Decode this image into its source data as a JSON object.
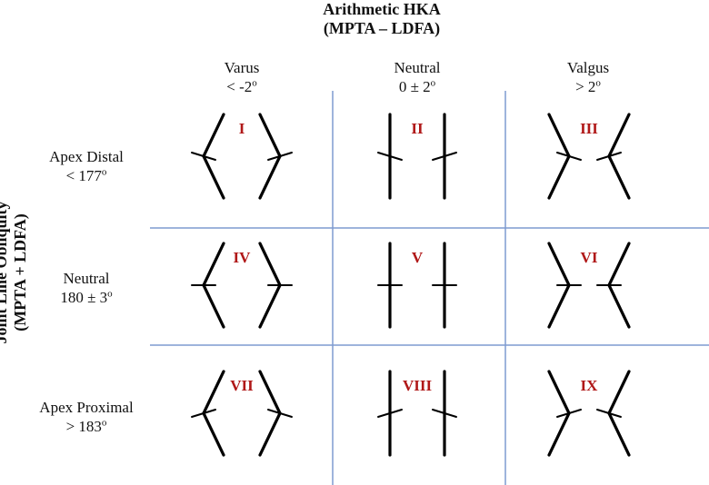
{
  "title": {
    "line1": "Arithmetic HKA",
    "line2": "(MPTA – LDFA)"
  },
  "side_title": {
    "line1": "Joint Line Obliquity",
    "line2": "(MPTA + LDFA)"
  },
  "columns": [
    {
      "name": "Varus",
      "range": "< -2",
      "sup": "o"
    },
    {
      "name": "Neutral",
      "range": "0 ± 2",
      "sup": "o"
    },
    {
      "name": "Valgus",
      "range": "> 2",
      "sup": "o"
    }
  ],
  "rows": [
    {
      "name": "Apex Distal",
      "range": "< 177",
      "sup": "o"
    },
    {
      "name": "Neutral",
      "range": "180 ± 3",
      "sup": "o"
    },
    {
      "name": "Apex Proximal",
      "range": "> 183",
      "sup": "o"
    }
  ],
  "cells": [
    [
      "I",
      "II",
      "III"
    ],
    [
      "IV",
      "V",
      "VI"
    ],
    [
      "VII",
      "VIII",
      "IX"
    ]
  ],
  "colors": {
    "grid_line": "#7f9bd0",
    "numeral": "#b01818",
    "limb": "#000000"
  }
}
